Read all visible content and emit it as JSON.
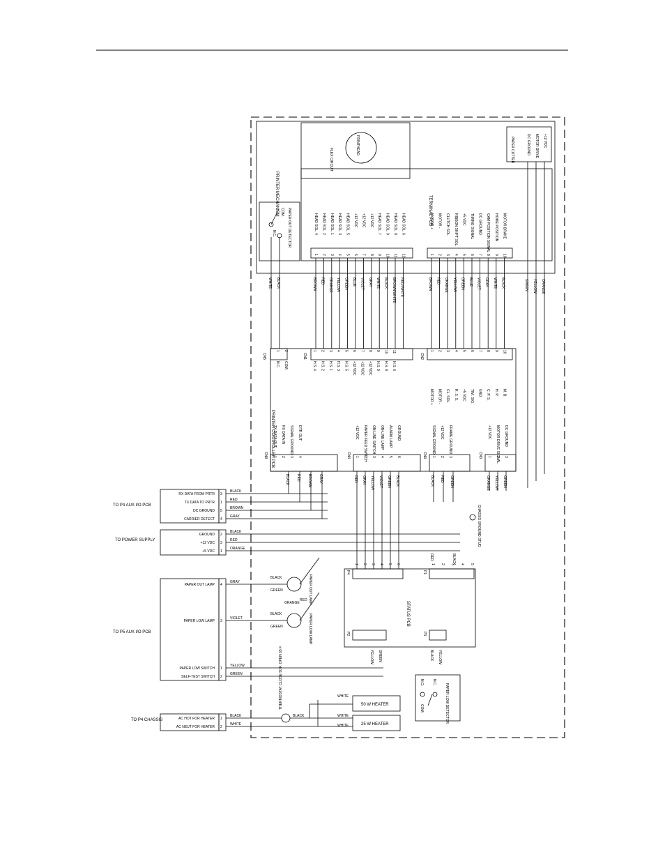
{
  "printer_mechanism": {
    "title": "PRINTER MECHANISM",
    "flex_circuit": "FLEX CIRCUIT",
    "printhead": "PRINTHEAD",
    "terminal_pcb": "TERMINAL PCB",
    "paper_cutter": "PAPER CUTTER",
    "cutter_signals": [
      "DC GROUND",
      "MOTOR DRIVE",
      "+12 VDC"
    ],
    "paper_out_detector": "PAPER OUT DETECTOR",
    "det_com": "COM.",
    "det_nc": "N.C.",
    "head_signals": [
      "HEAD SOL. 4",
      "HEAD SOL. 2",
      "HEAD SOL. 1",
      "HEAD SOL. 3",
      "HEAD SOL. 5",
      "+12 VDC",
      "+12 VDC",
      "+12 VDC",
      "HEAD SOL. 7",
      "HEAD SOL. 9",
      "HEAD SOL. 8",
      "HEAD SOL. 6"
    ],
    "terminal_signals": [
      "MOTOR +",
      "MOTOR -",
      "CLUTCH SOL.",
      "RIBBON SHIFT SOL.",
      "+5 VDC",
      "TIMING SIGNAL",
      "DC GROUND",
      "CAM POSITION SIGNAL",
      "HOME POSITION",
      "MOTOR BRAKE"
    ]
  },
  "wires": {
    "cn1": [
      "BROWN",
      "RED",
      "ORANGE",
      "YELLOW",
      "GREEN",
      "BLUE",
      "VIOLET",
      "GRAY",
      "WHITE",
      "BLACK",
      "BROWN/WHITE",
      "RED/WHITE"
    ],
    "cn2": [
      "BROWN",
      "RED",
      "ORANGE",
      "YELLOW",
      "GREEN",
      "BLUE",
      "VIOLET",
      "GRAY",
      "WHITE",
      "BLACK"
    ],
    "cn5": [
      "WHITE",
      "BLACK"
    ],
    "cutter": [
      "GREEN",
      "YELLOW",
      "ORANGE"
    ]
  },
  "controller": {
    "title": "PRINTER CONTROLLER PCB",
    "cn1_label": "CN1",
    "cn1": [
      "H.S. 4",
      "H.S. 2",
      "H.S. 1",
      "H.S. 3",
      "H.S. 5",
      "+12 VDC",
      "+12 VDC",
      "+12 VDC",
      "H.S. 9",
      "H.S. 8",
      "H.S. 6"
    ],
    "cn2_label": "CN2",
    "cn2": [
      "MOTOR +",
      "MOTOR -",
      "CL. SOL.",
      "R. S. S.",
      "+5 VDC",
      "TIM. SIG.",
      "GND.",
      "C. P. S.",
      "H. P.",
      "M. B."
    ],
    "cn5_label": "CN5",
    "cn5": [
      "N.C.",
      "COM."
    ],
    "cn8_label": "CN8",
    "cn8": [
      "TX DATA OUT",
      "RX DATA IN",
      "SIGNAL GROUND",
      "DTR OUT"
    ],
    "cn4_label": "CN4",
    "cn4": [
      "+12 VDC",
      "PAPER FEED SWITCH",
      "ON-LINE SWITCH",
      "ON-LINE LAMP",
      "ALARM LAMP",
      "GROUND"
    ],
    "cn9_label": "CN9",
    "cn9": [
      "SIGNAL GROUND",
      "+12 VDC",
      "FRAME GROUND"
    ],
    "cn3_label": "CN3",
    "cn3": [
      "+12 VDC",
      "MOTOR DRIVE SIGNAL",
      "DC GROUND"
    ],
    "cn8_wires": [
      "BLACK",
      "RED",
      "BROWN",
      "GRAY"
    ],
    "cn4_wires": [
      "RED",
      "GRAY",
      "YELLOW",
      "VIOLET",
      "GREEN",
      "BLACK"
    ],
    "cn9_wires": [
      "BLACK",
      "RED",
      "GREEN"
    ],
    "cn3_wires": [
      "ORANGE",
      "YELLOW",
      "GREEN"
    ],
    "chassis_ground": "CHASSIS GROUND STUD"
  },
  "aux_p4": {
    "to": "TO P4 AUX I/O PCB",
    "signals": [
      "RX DATA FROM PRTR",
      "TX DATA TO PRTR",
      "DC GROUND",
      "CARRIER DETECT"
    ],
    "pins": [
      "3",
      "1",
      "5",
      "4"
    ],
    "wires": [
      "BLACK",
      "RED",
      "BROWN",
      "GRAY"
    ]
  },
  "power": {
    "to": "TO POWER SUPPLY",
    "signals": [
      "GROUND",
      "+12 VDC",
      "+5 VDC"
    ],
    "pins": [
      "2",
      "3",
      "1"
    ],
    "wires": [
      "BLACK",
      "RED",
      "ORANGE"
    ]
  },
  "aux_p5": {
    "to": "TO P5 AUX I/O PCB",
    "signals": [
      "PAPER OUT LAMP",
      "PAPER LOW LAMP",
      "PAPER LOW SWITCH",
      "SELF-TEST SWITCH"
    ],
    "pins": [
      "4",
      "3",
      "1",
      "2"
    ],
    "wires": [
      "GRAY",
      "VIOLET",
      "YELLOW",
      "GREEN"
    ],
    "out_lamp": "PAPER OUT LAMP",
    "low_lamp": "PAPER LOW LAMP",
    "lamp_wires": [
      "BLACK",
      "GREEN",
      "ORANGE",
      "RED",
      "BLACK",
      "GREEN"
    ]
  },
  "status": {
    "title": "STATUS PCB",
    "p4": "P4",
    "p1": "P1",
    "p2": "P2",
    "p3": "P3",
    "p1_wires": [
      "RED",
      "BLACK"
    ],
    "p2_wires": [
      "YELLOW",
      "GREEN"
    ],
    "p3_wires": [
      "BLACK",
      "YELLOW"
    ]
  },
  "detector_low": {
    "title": "PAPER LOW DETECTOR",
    "no": "N.O.",
    "nc": "N.C.",
    "com": "COM."
  },
  "heater": {
    "to": "TO P4 CHASSIS",
    "signals": [
      "AC HOT FOR HEATER",
      "AC NEUT FOR HEATER"
    ],
    "pins": [
      "1",
      "2"
    ],
    "wires": [
      "BLACK",
      "WHITE"
    ],
    "thermostat": "THERMOSTAT CLOSE 50 F. OPEN 65 F.",
    "heater_wires": [
      "WHITE",
      "WHITE",
      "WHITE",
      "BLACK"
    ],
    "heater1": "50 W HEATER",
    "heater2": "25 W HEATER"
  }
}
